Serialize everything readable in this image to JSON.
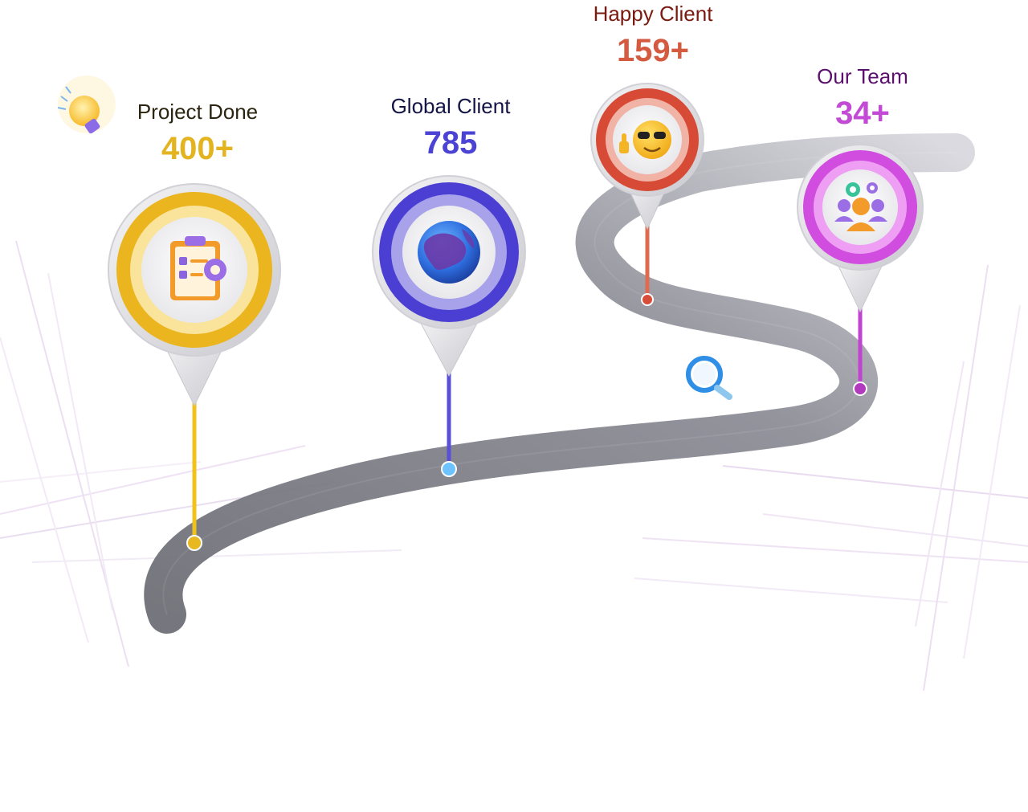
{
  "stats": [
    {
      "label": "Project Done",
      "value": "400+",
      "icon": "clipboard-checklist-gear-icon",
      "color": "#e8b820"
    },
    {
      "label": "Global Client",
      "value": "785",
      "icon": "globe-icon",
      "color": "#4b43d4"
    },
    {
      "label": "Happy Client",
      "value": "159+",
      "icon": "sunglasses-emoji-thumbs-up-icon",
      "color": "#d45a40"
    },
    {
      "label": "Our Team",
      "value": "34+",
      "icon": "team-gear-icon",
      "color": "#c34ad4"
    }
  ],
  "decorations": {
    "lightbulb": "lightbulb-icon",
    "magnifier": "magnifier-icon"
  }
}
